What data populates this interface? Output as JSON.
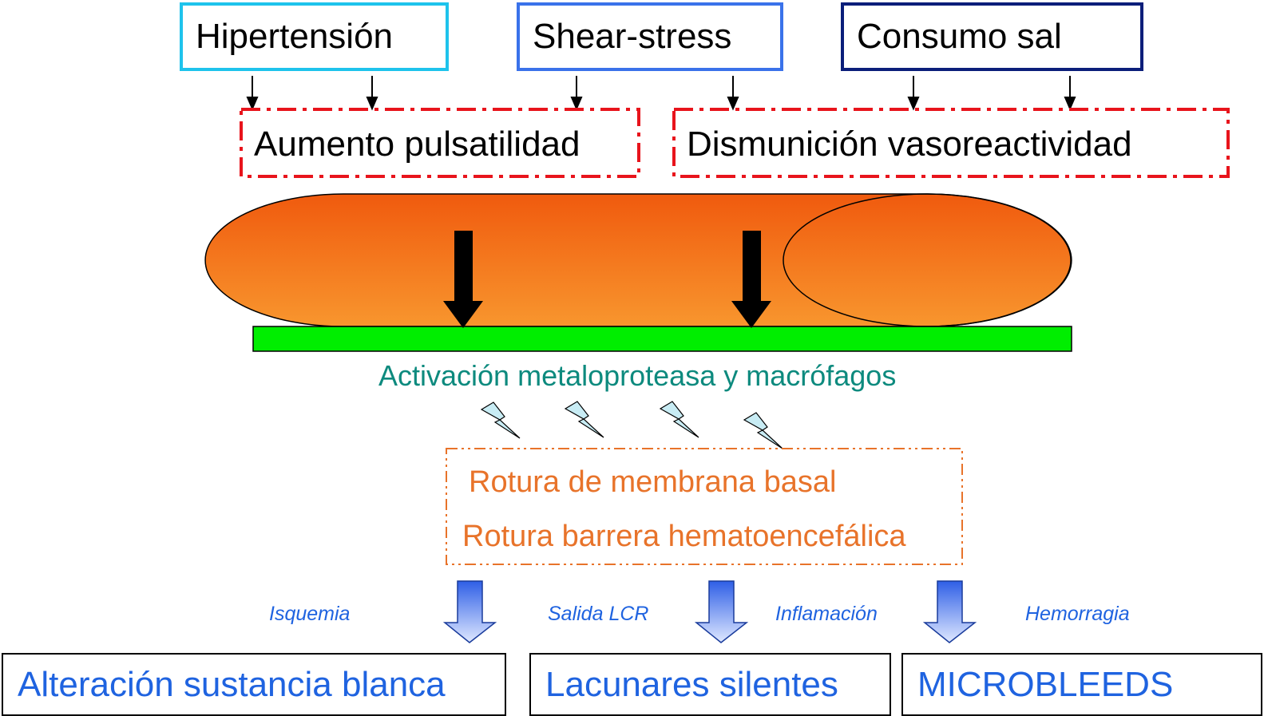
{
  "causes": [
    {
      "label": "Hipertensión",
      "color": "#1ec3ec"
    },
    {
      "label": "Shear-stress",
      "color": "#3a72ea"
    },
    {
      "label": "Consumo sal",
      "color": "#0b1e7a"
    }
  ],
  "mechanisms": [
    "Aumento pulsatilidad",
    "Dismunición vasoreactividad"
  ],
  "activation": "Activación metaloproteasa y macrófagos",
  "process": [
    "Rotura de membrana basal",
    "Rotura barrera hematoencefálica"
  ],
  "pathways": [
    "Isquemia",
    "Salida LCR",
    "Inflamación",
    "Hemorragia"
  ],
  "outcomes": [
    "Alteración sustancia blanca",
    "Lacunares silentes",
    "MICROBLEEDS"
  ],
  "colors": {
    "dash_red": "#e8141c",
    "vessel_top": "#f05a0e",
    "vessel_bottom": "#f8962e",
    "membrane_green": "#00ee00",
    "activation_teal": "#0d8a7e",
    "process_orange": "#e8732a",
    "outcome_blue": "#1f63e0"
  }
}
